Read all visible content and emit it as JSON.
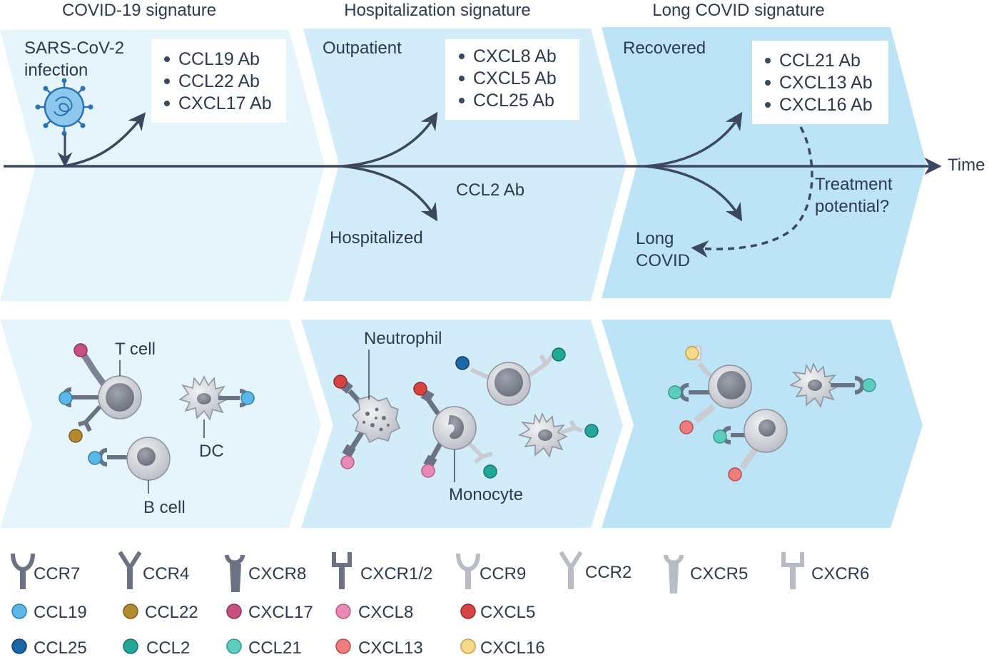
{
  "colors": {
    "panel1": "#e6f4fc",
    "panel2": "#d2ecf9",
    "panel3": "#bde3f6",
    "line": "#3b4860",
    "ccl19": "#5ab7e6",
    "ccl22": "#b48a2e",
    "cxcl17": "#c6507f",
    "cxcl8": "#e889b6",
    "cxcl5": "#d64541",
    "ccl25": "#1b67a8",
    "ccl2": "#22a79a",
    "ccl21": "#5ccdbf",
    "cxcl13": "#ef7d7d",
    "cxcl16": "#f6d98a"
  },
  "headers": {
    "covid": "COVID-19 signature",
    "hosp": "Hospitalization signature",
    "long": "Long COVID signature"
  },
  "timeline": {
    "infection_line1": "SARS-CoV-2",
    "infection_line2": "infection",
    "time": "Time",
    "outpatient": "Outpatient",
    "hospitalized": "Hospitalized",
    "recovered": "Recovered",
    "long_covid_line1": "Long",
    "long_covid_line2": "COVID",
    "ccl2_ab": "CCL2 Ab",
    "treatment_line1": "Treatment",
    "treatment_line2": "potential?"
  },
  "boxes": {
    "covid": [
      "CCL19 Ab",
      "CCL22 Ab",
      "CXCL17 Ab"
    ],
    "hosp": [
      "CXCL8 Ab",
      "CXCL5 Ab",
      "CCL25 Ab"
    ],
    "long": [
      "CCL21 Ab",
      "CXCL13 Ab",
      "CXCL16 Ab"
    ],
    "bullet": "•"
  },
  "cells": {
    "t_cell": "T cell",
    "dc": "DC",
    "b_cell": "B cell",
    "neutrophil": "Neutrophil",
    "monocyte": "Monocyte"
  },
  "legend": {
    "receptors": [
      "CCR7",
      "CCR4",
      "CXCR8",
      "CXCR1/2",
      "CCR9",
      "CCR2",
      "CXCR5",
      "CXCR6"
    ],
    "row1": [
      "CCL19",
      "CCL22",
      "CXCL17",
      "CXCL8",
      "CXCL5"
    ],
    "row2": [
      "CCL25",
      "CCL2",
      "CCL21",
      "CXCL13",
      "CXCL16"
    ]
  }
}
